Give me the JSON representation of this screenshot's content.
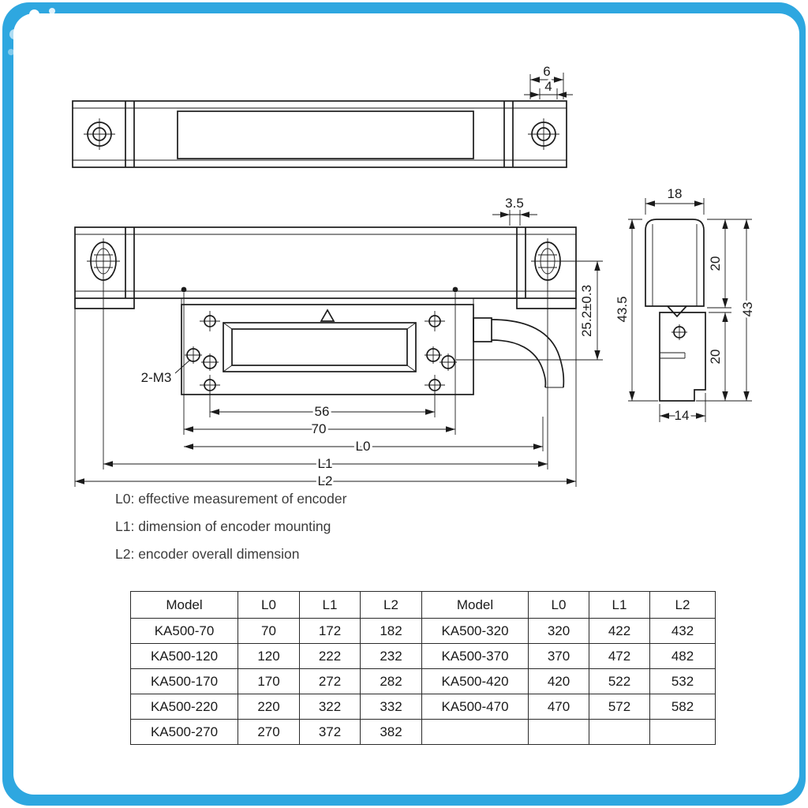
{
  "frame": {
    "accent_color": "#2ea7e0"
  },
  "drawing": {
    "dims": {
      "six": "6",
      "four": "4",
      "three_five": "3.5",
      "offset_tol": "25.2±0.3",
      "fifty_six": "56",
      "seventy": "70",
      "l0": "L0",
      "l1": "L1",
      "l2": "L2",
      "m3": "2-M3",
      "eighteen": "18",
      "twenty_top": "20",
      "forty_three_five": "43.5",
      "forty_three": "43",
      "twenty_bottom": "20",
      "fourteen": "14"
    }
  },
  "legend": {
    "l0": "L0: effective measurement of encoder",
    "l1": "L1: dimension of encoder mounting",
    "l2": "L2: encoder overall dimension"
  },
  "table": {
    "headers": [
      "Model",
      "L0",
      "L1",
      "L2",
      "Model",
      "L0",
      "L1",
      "L2"
    ],
    "rows": [
      [
        "KA500-70",
        "70",
        "172",
        "182",
        "KA500-320",
        "320",
        "422",
        "432"
      ],
      [
        "KA500-120",
        "120",
        "222",
        "232",
        "KA500-370",
        "370",
        "472",
        "482"
      ],
      [
        "KA500-170",
        "170",
        "272",
        "282",
        "KA500-420",
        "420",
        "522",
        "532"
      ],
      [
        "KA500-220",
        "220",
        "322",
        "332",
        "KA500-470",
        "470",
        "572",
        "582"
      ],
      [
        "KA500-270",
        "270",
        "372",
        "382",
        "",
        "",
        "",
        ""
      ]
    ]
  }
}
